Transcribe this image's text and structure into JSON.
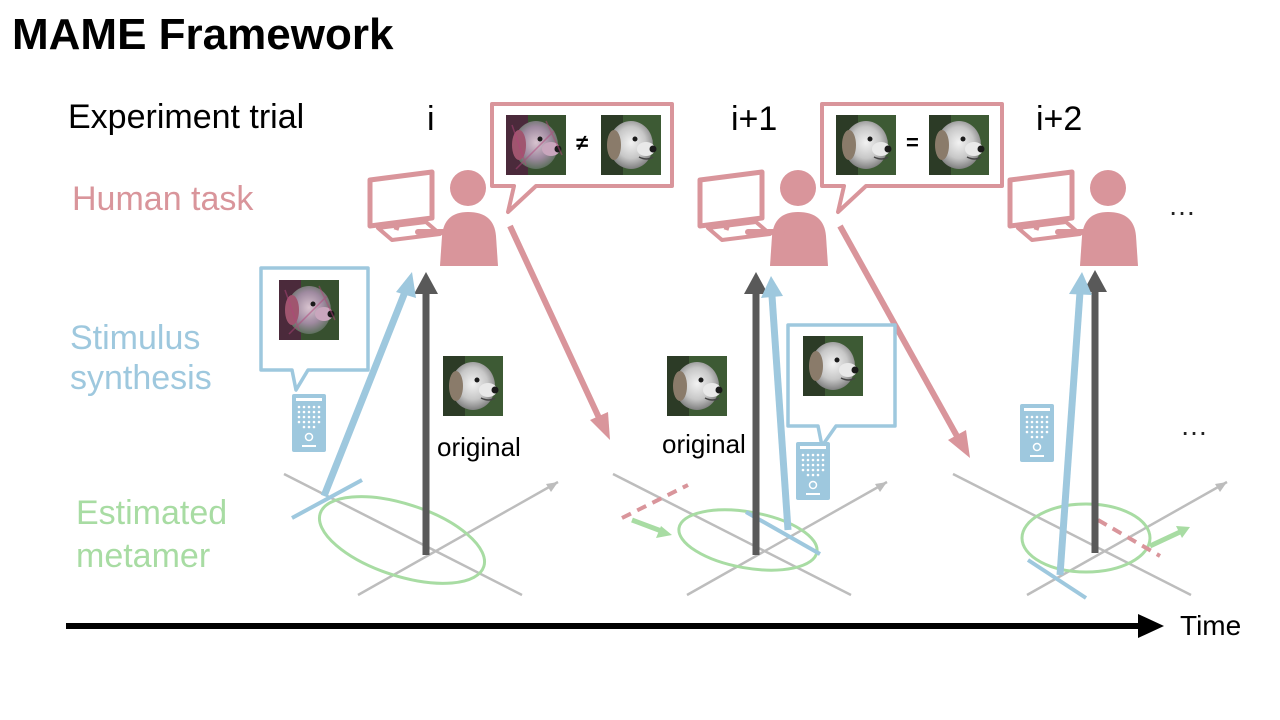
{
  "title": "MAME Framework",
  "rows": {
    "trial": "Experiment trial",
    "human": "Human task",
    "stimulus": [
      "Stimulus",
      "synthesis"
    ],
    "metamer": [
      "Estimated",
      "metamer"
    ]
  },
  "trials": [
    "i",
    "i+1",
    "i+2"
  ],
  "comparisons": [
    "≠",
    "="
  ],
  "original_label": "original",
  "ellipsis": "…",
  "time_label": "Time",
  "colors": {
    "human": "#d9959b",
    "stimulus": "#9ec8de",
    "metamer": "#a8dca3",
    "axis": "#bdbdbd",
    "central_arrow": "#595959",
    "timeline": "#000000"
  },
  "icons": [
    "monitor-icon",
    "person-icon",
    "server-icon",
    "dog-image-original",
    "dog-image-synthesized"
  ]
}
